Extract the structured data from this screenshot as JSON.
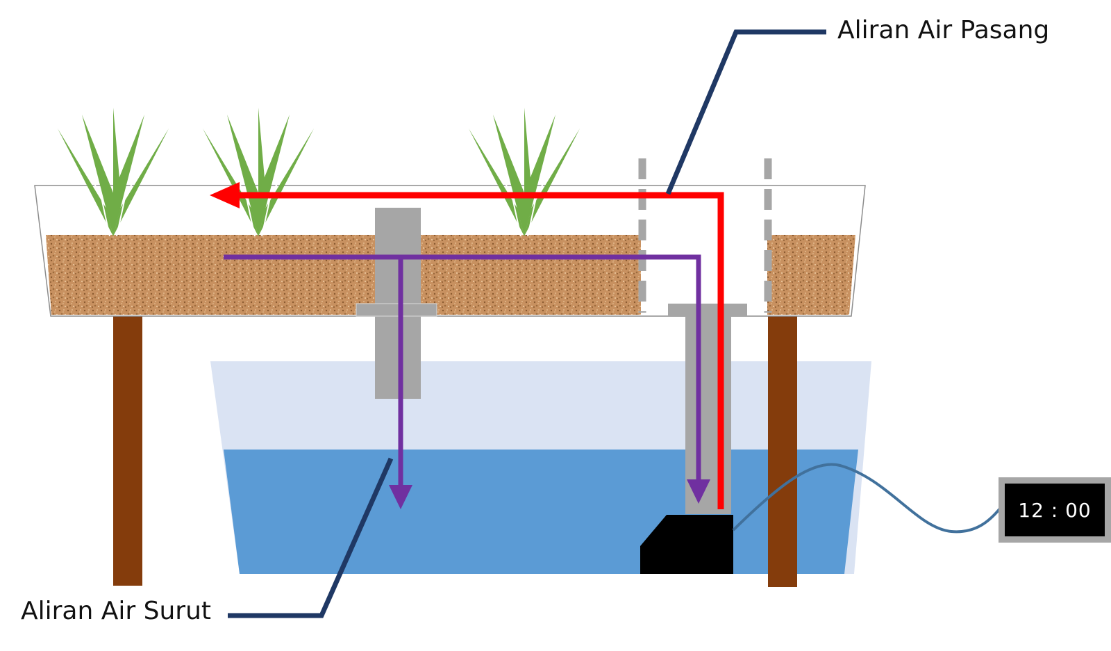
{
  "labels": {
    "flood_flow": "Aliran Air Pasang",
    "ebb_flow": "Aliran Air Surut"
  },
  "timer": {
    "display": "12 : 00"
  },
  "colors": {
    "flood_arrow": "#ff0000",
    "ebb_arrow": "#7030a0",
    "callout_line": "#1f3864",
    "water_deep": "#5b9bd5",
    "water_light": "#dae3f3",
    "soil": "#c48a5a",
    "leg": "#843c0c",
    "pipe": "#a6a6a6",
    "plant": "#70ad47",
    "pump": "#000000",
    "timer_cable": "#41719c"
  },
  "icons": {
    "plant": "plant-icon",
    "pump": "pump-icon",
    "timer": "timer-icon"
  }
}
